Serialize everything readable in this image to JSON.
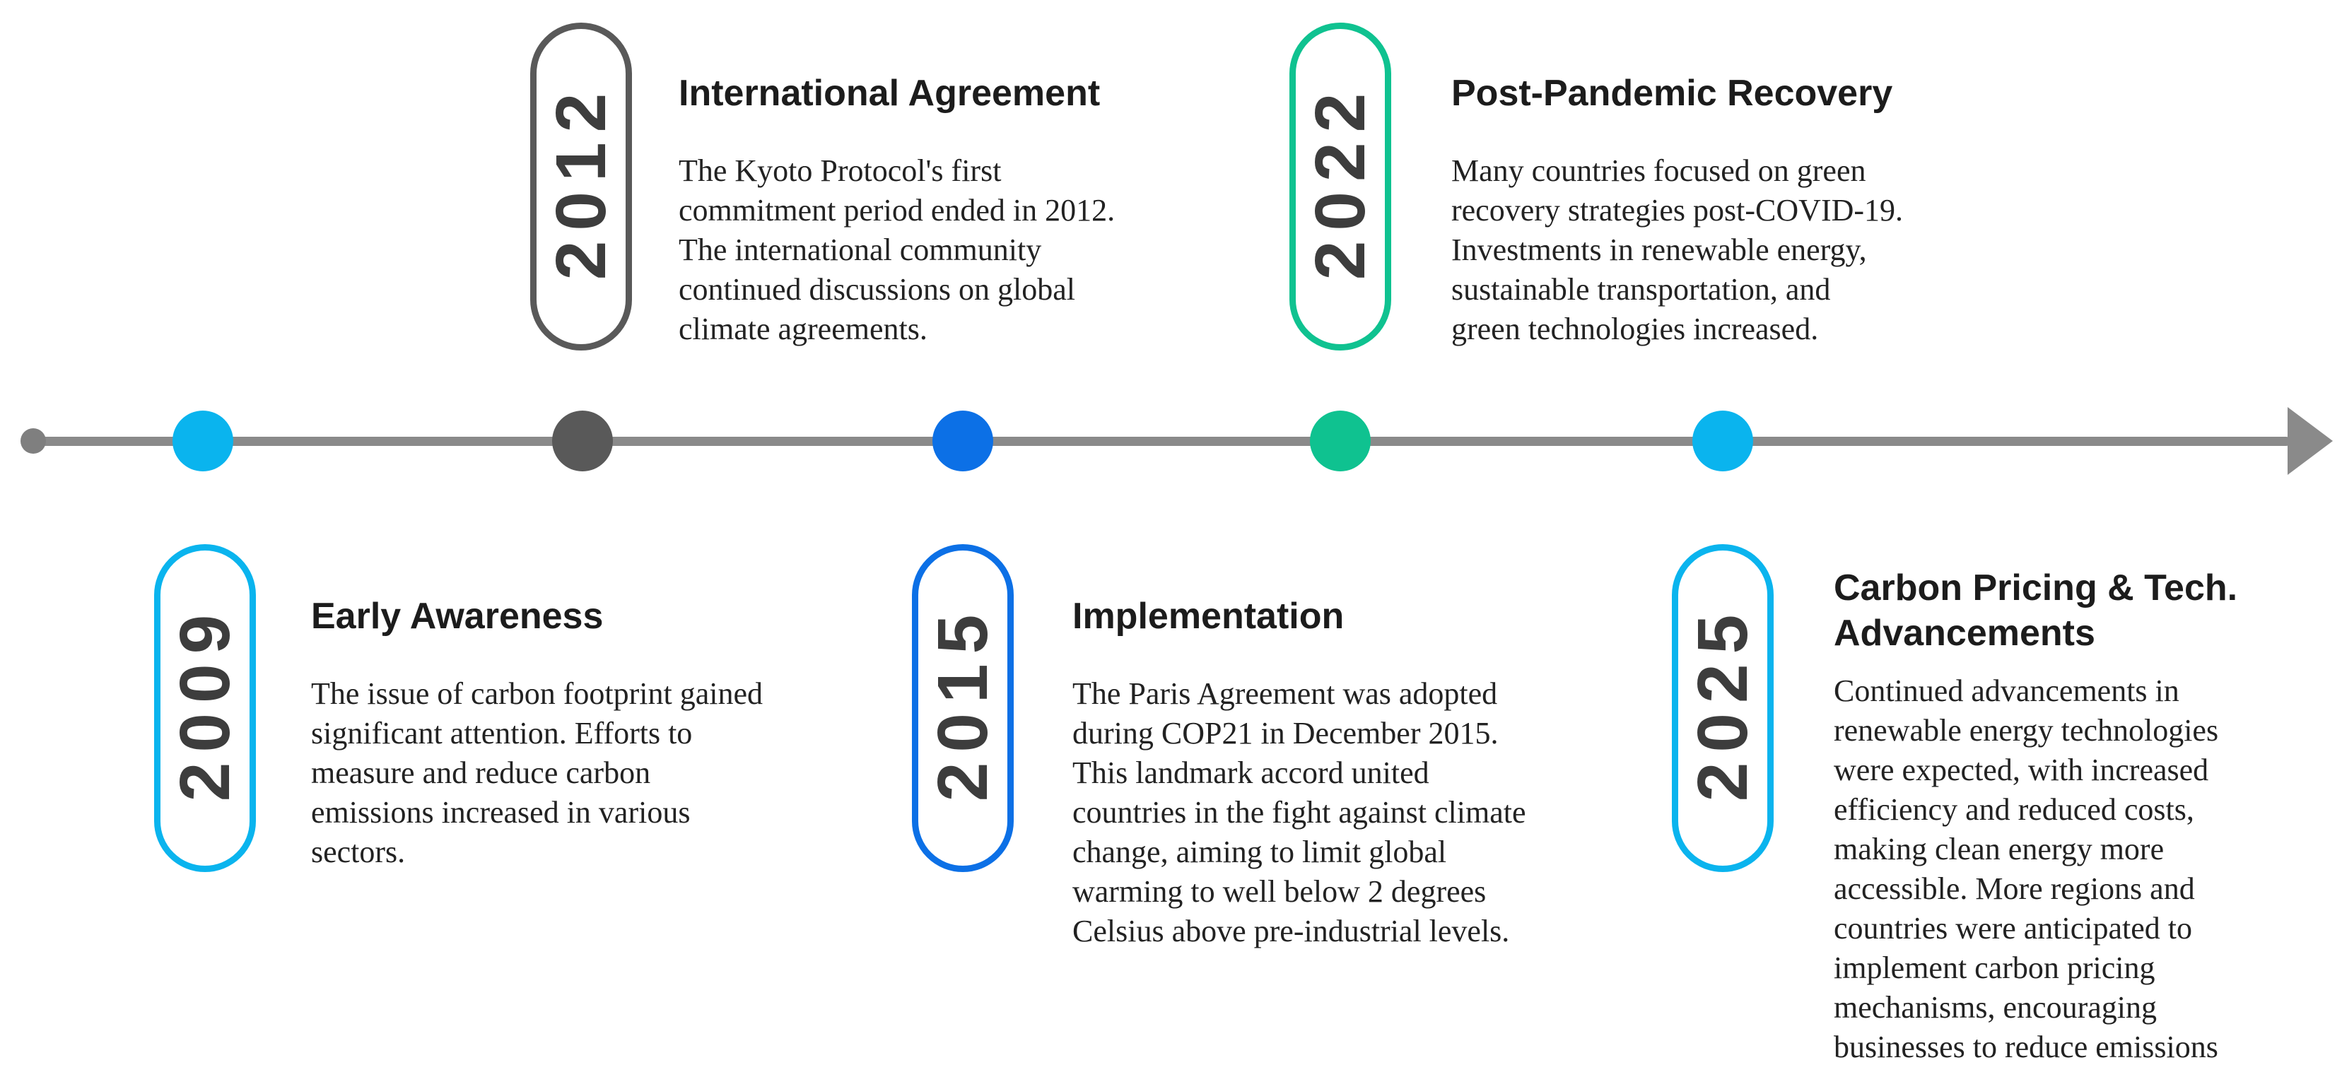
{
  "colors": {
    "line": "#8a8a8a",
    "start_dot": "#7f7f7f",
    "digits": "#3d3d3d",
    "title": "#1c1c1c",
    "body": "#222222"
  },
  "timeline": {
    "events": [
      {
        "year": "2009",
        "position": "below",
        "accent": "#0ab4ee",
        "title": "Early Awareness",
        "description": "The issue of carbon footprint gained\nsignificant attention. Efforts to\nmeasure and reduce carbon\nemissions increased in various\nsectors."
      },
      {
        "year": "2012",
        "position": "above",
        "accent": "#595959",
        "title": "International Agreement",
        "description": "The Kyoto Protocol's first\ncommitment period ended in 2012.\nThe international community\ncontinued discussions on global\nclimate agreements."
      },
      {
        "year": "2015",
        "position": "below",
        "accent": "#0c70e6",
        "title": "Implementation",
        "description": "The Paris Agreement was adopted\nduring COP21 in December 2015.\nThis landmark accord united\ncountries in the fight against climate\nchange, aiming to limit global\nwarming to well below 2 degrees\nCelsius above pre-industrial levels."
      },
      {
        "year": "2022",
        "position": "above",
        "accent": "#0fc290",
        "title": "Post-Pandemic Recovery",
        "description": "Many countries focused on green\nrecovery strategies post-COVID-19.\nInvestments in renewable energy,\nsustainable transportation, and\ngreen technologies increased."
      },
      {
        "year": "2025",
        "position": "below",
        "accent": "#0ab4ee",
        "title": "Carbon Pricing & Tech.\nAdvancements",
        "description": "Continued advancements in\nrenewable energy technologies\nwere expected, with increased\nefficiency and reduced costs,\nmaking clean energy more\naccessible. More regions and\ncountries were anticipated to\nimplement carbon pricing\nmechanisms, encouraging\nbusinesses to reduce emissions"
      }
    ]
  }
}
